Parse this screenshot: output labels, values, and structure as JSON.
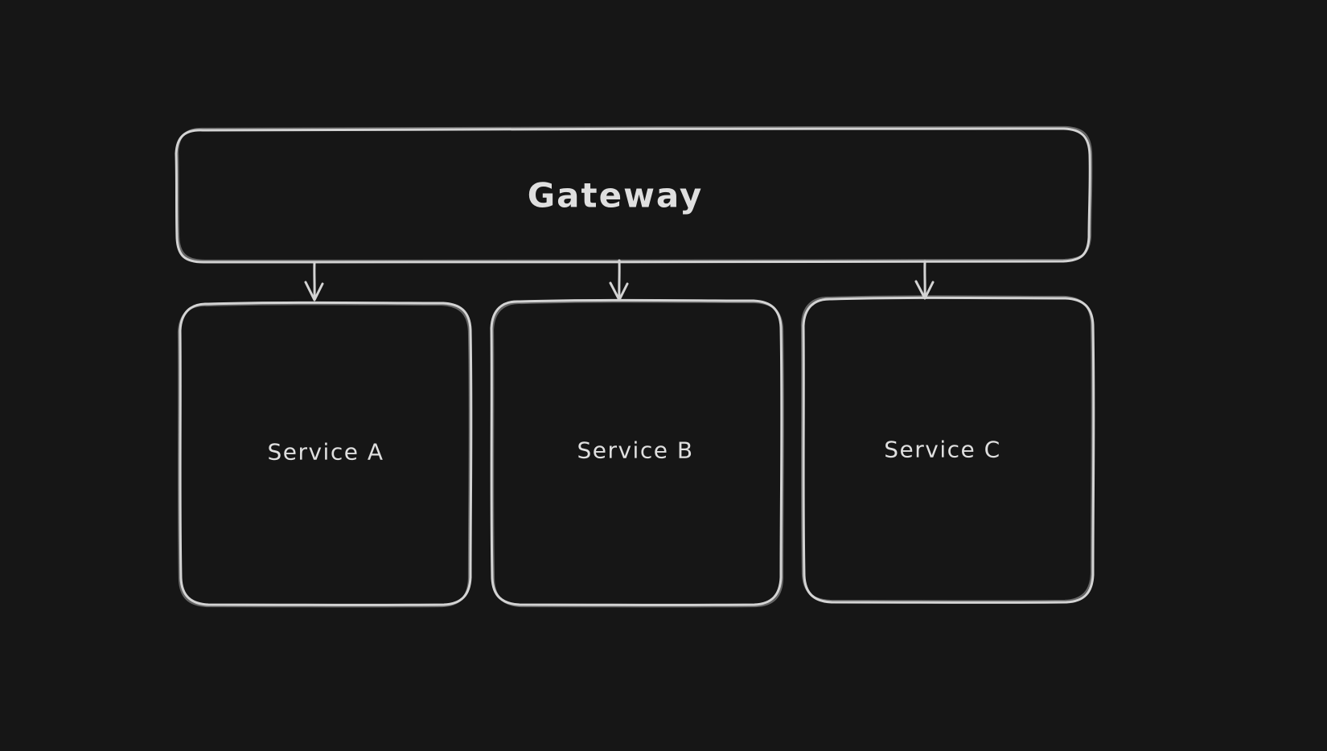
{
  "theme": {
    "background": "#161616",
    "stroke": "#d3d3d3",
    "text": "#dfdfdf"
  },
  "diagram": {
    "gateway": {
      "label": "Gateway"
    },
    "services": [
      {
        "label": "Service A"
      },
      {
        "label": "Service B"
      },
      {
        "label": "Service C"
      }
    ],
    "connections": [
      {
        "from": "Gateway",
        "to": "Service A"
      },
      {
        "from": "Gateway",
        "to": "Service B"
      },
      {
        "from": "Gateway",
        "to": "Service C"
      }
    ]
  }
}
